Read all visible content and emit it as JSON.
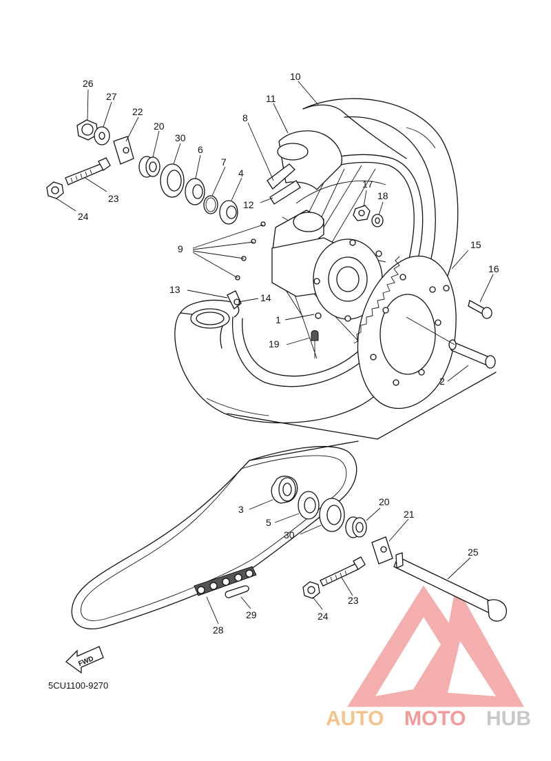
{
  "diagram": {
    "code": "5CU1100-9270",
    "fwd_label": "FWD",
    "watermark": {
      "auto": "AUTO",
      "moto": "MOTO",
      "hub": "HUB",
      "color_auto": "#f5c28a",
      "color_moto": "#f49a9a",
      "color_hub": "#c8c8c8",
      "triangle_color": "#f4a0a0"
    },
    "callouts": {
      "c1": "1",
      "c2": "2",
      "c3": "3",
      "c4": "4",
      "c5": "5",
      "c6": "6",
      "c7": "7",
      "c8": "8",
      "c9": "9",
      "c10": "10",
      "c11": "11",
      "c12": "12",
      "c13": "13",
      "c14": "14",
      "c15": "15",
      "c16": "16",
      "c17": "17",
      "c18": "18",
      "c19": "19",
      "c20a": "20",
      "c20b": "20",
      "c21": "21",
      "c22": "22",
      "c23a": "23",
      "c23b": "23",
      "c24a": "24",
      "c24b": "24",
      "c25": "25",
      "c26": "26",
      "c27": "27",
      "c28": "28",
      "c29": "29",
      "c30a": "30",
      "c30b": "30"
    }
  }
}
